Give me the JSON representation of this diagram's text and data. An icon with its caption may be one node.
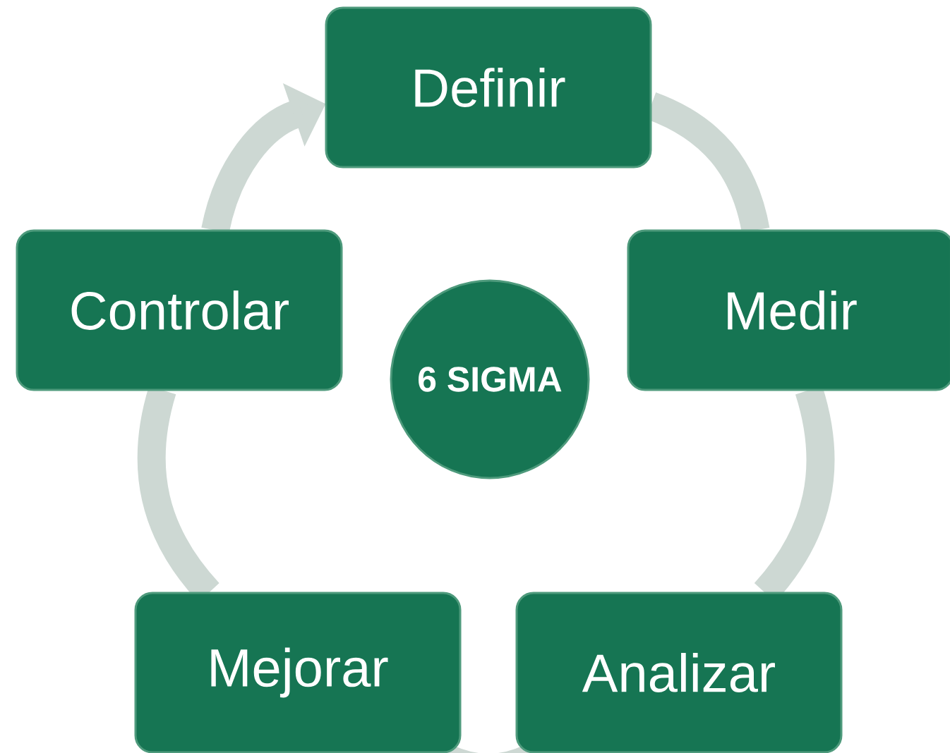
{
  "diagram": {
    "nodes": [
      {
        "text": [
          "Definir"
        ]
      },
      {
        "text": [
          "Medir"
        ]
      },
      {
        "text": [
          "Analizar"
        ]
      },
      {
        "text": [
          "Mejorar"
        ]
      },
      {
        "text": [
          "Controlar"
        ]
      },
      {
        "text": [
          "6 SIGMA"
        ]
      }
    ],
    "edges": [
      {
        "from": 0,
        "to": 1,
        "arrow": "none"
      },
      {
        "from": 1,
        "to": 2,
        "arrow": "none"
      },
      {
        "from": 2,
        "to": 3,
        "arrow": "none"
      },
      {
        "from": 3,
        "to": 4,
        "arrow": "none"
      },
      {
        "from": 4,
        "to": 0,
        "arrow": "to"
      }
    ]
  }
}
